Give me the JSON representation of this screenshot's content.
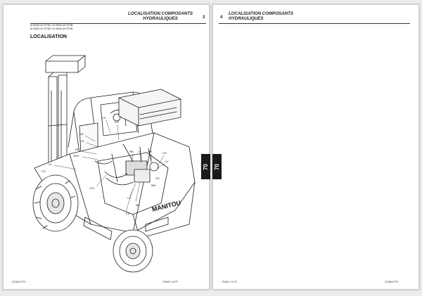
{
  "left_page": {
    "header_title_line1": "LOCALISATION COMPOSANTS",
    "header_title_line2": "HYDRAULIQUES",
    "page_number": "3",
    "models_line1": "M 26/30-2H ST3B / M 26/30-4H ST3B",
    "models_line2": "M 40/50-2H ST3B / M 40/50-4H ST3B",
    "section_title": "LOCALISATION",
    "tab_label": "70",
    "footer_left": "[CA]M4CPHI",
    "footer_right": "784840-14-FR",
    "callouts": [
      "VS",
      "VO",
      "VD",
      "VL",
      "RF",
      "BLP",
      "VL",
      "VO",
      "VCL",
      "RB",
      "D",
      "BE",
      "VO",
      "LV",
      "CR",
      "MB",
      "MA",
      "CA",
      "CF"
    ],
    "brand_text": "MANITOU"
  },
  "right_page": {
    "header_title_line1": "LOCALISATION COMPOSANTS",
    "header_title_line2": "HYDRAULIQUES",
    "page_number": "4",
    "tab_label": "70",
    "footer_left": "784840-14-FR",
    "footer_right": "[CA]M4CPHI"
  },
  "colors": {
    "page_bg": "#ffffff",
    "viewer_bg": "#ececec",
    "tab_bg": "#1a1a1a",
    "ink": "#222222"
  }
}
